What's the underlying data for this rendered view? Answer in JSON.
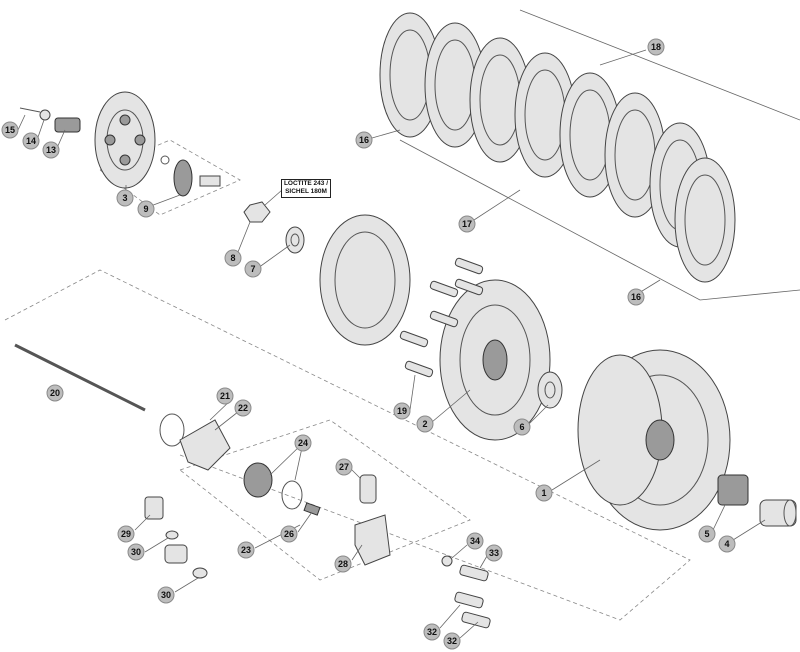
{
  "note": {
    "line1": "LOCTITE 243 /",
    "line2": "SICHEL 180M"
  },
  "callouts": [
    {
      "id": "c15",
      "label": "15"
    },
    {
      "id": "c14",
      "label": "14"
    },
    {
      "id": "c13",
      "label": "13"
    },
    {
      "id": "c3",
      "label": "3"
    },
    {
      "id": "c9",
      "label": "9"
    },
    {
      "id": "c8",
      "label": "8"
    },
    {
      "id": "c7",
      "label": "7"
    },
    {
      "id": "c16a",
      "label": "16"
    },
    {
      "id": "c18",
      "label": "18"
    },
    {
      "id": "c17",
      "label": "17"
    },
    {
      "id": "c16b",
      "label": "16"
    },
    {
      "id": "c20",
      "label": "20"
    },
    {
      "id": "c21",
      "label": "21"
    },
    {
      "id": "c22",
      "label": "22"
    },
    {
      "id": "c19",
      "label": "19"
    },
    {
      "id": "c2",
      "label": "2"
    },
    {
      "id": "c6",
      "label": "6"
    },
    {
      "id": "c1",
      "label": "1"
    },
    {
      "id": "c5",
      "label": "5"
    },
    {
      "id": "c4",
      "label": "4"
    },
    {
      "id": "c24",
      "label": "24"
    },
    {
      "id": "c27",
      "label": "27"
    },
    {
      "id": "c23",
      "label": "23"
    },
    {
      "id": "c26",
      "label": "26"
    },
    {
      "id": "c29",
      "label": "29"
    },
    {
      "id": "c30a",
      "label": "30"
    },
    {
      "id": "c30b",
      "label": "30"
    },
    {
      "id": "c28",
      "label": "28"
    },
    {
      "id": "c34",
      "label": "34"
    },
    {
      "id": "c33",
      "label": "33"
    },
    {
      "id": "c32a",
      "label": "32"
    },
    {
      "id": "c32b",
      "label": "32"
    }
  ]
}
